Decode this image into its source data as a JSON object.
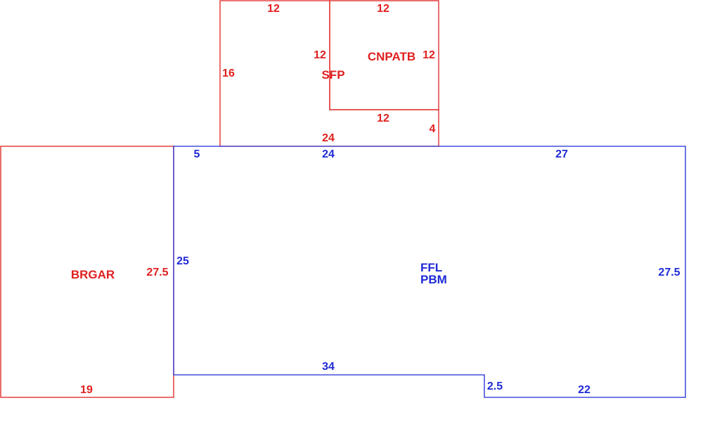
{
  "colors": {
    "area_red": "#e02020",
    "area_blue": "#1f2ad6",
    "background": "#ffffff"
  },
  "areas": {
    "sfp": {
      "label": "SFP",
      "dims": {
        "top": "12",
        "left": "16",
        "inner_left": "12",
        "bottom": "24",
        "right": "4"
      }
    },
    "cnpatb": {
      "label": "CNPATB",
      "dims": {
        "top": "12",
        "right": "12",
        "bottom": "12"
      }
    },
    "brgar": {
      "label": "BRGAR",
      "dims": {
        "right": "27.5",
        "bottom": "19"
      }
    },
    "main": {
      "label_line1": "FFL",
      "label_line2": "PBM",
      "dims": {
        "top_left": "5",
        "top_mid": "24",
        "top_right": "27",
        "left": "25",
        "right": "27.5",
        "bottom_left": "34",
        "step": "2.5",
        "bottom_right": "22"
      }
    }
  }
}
